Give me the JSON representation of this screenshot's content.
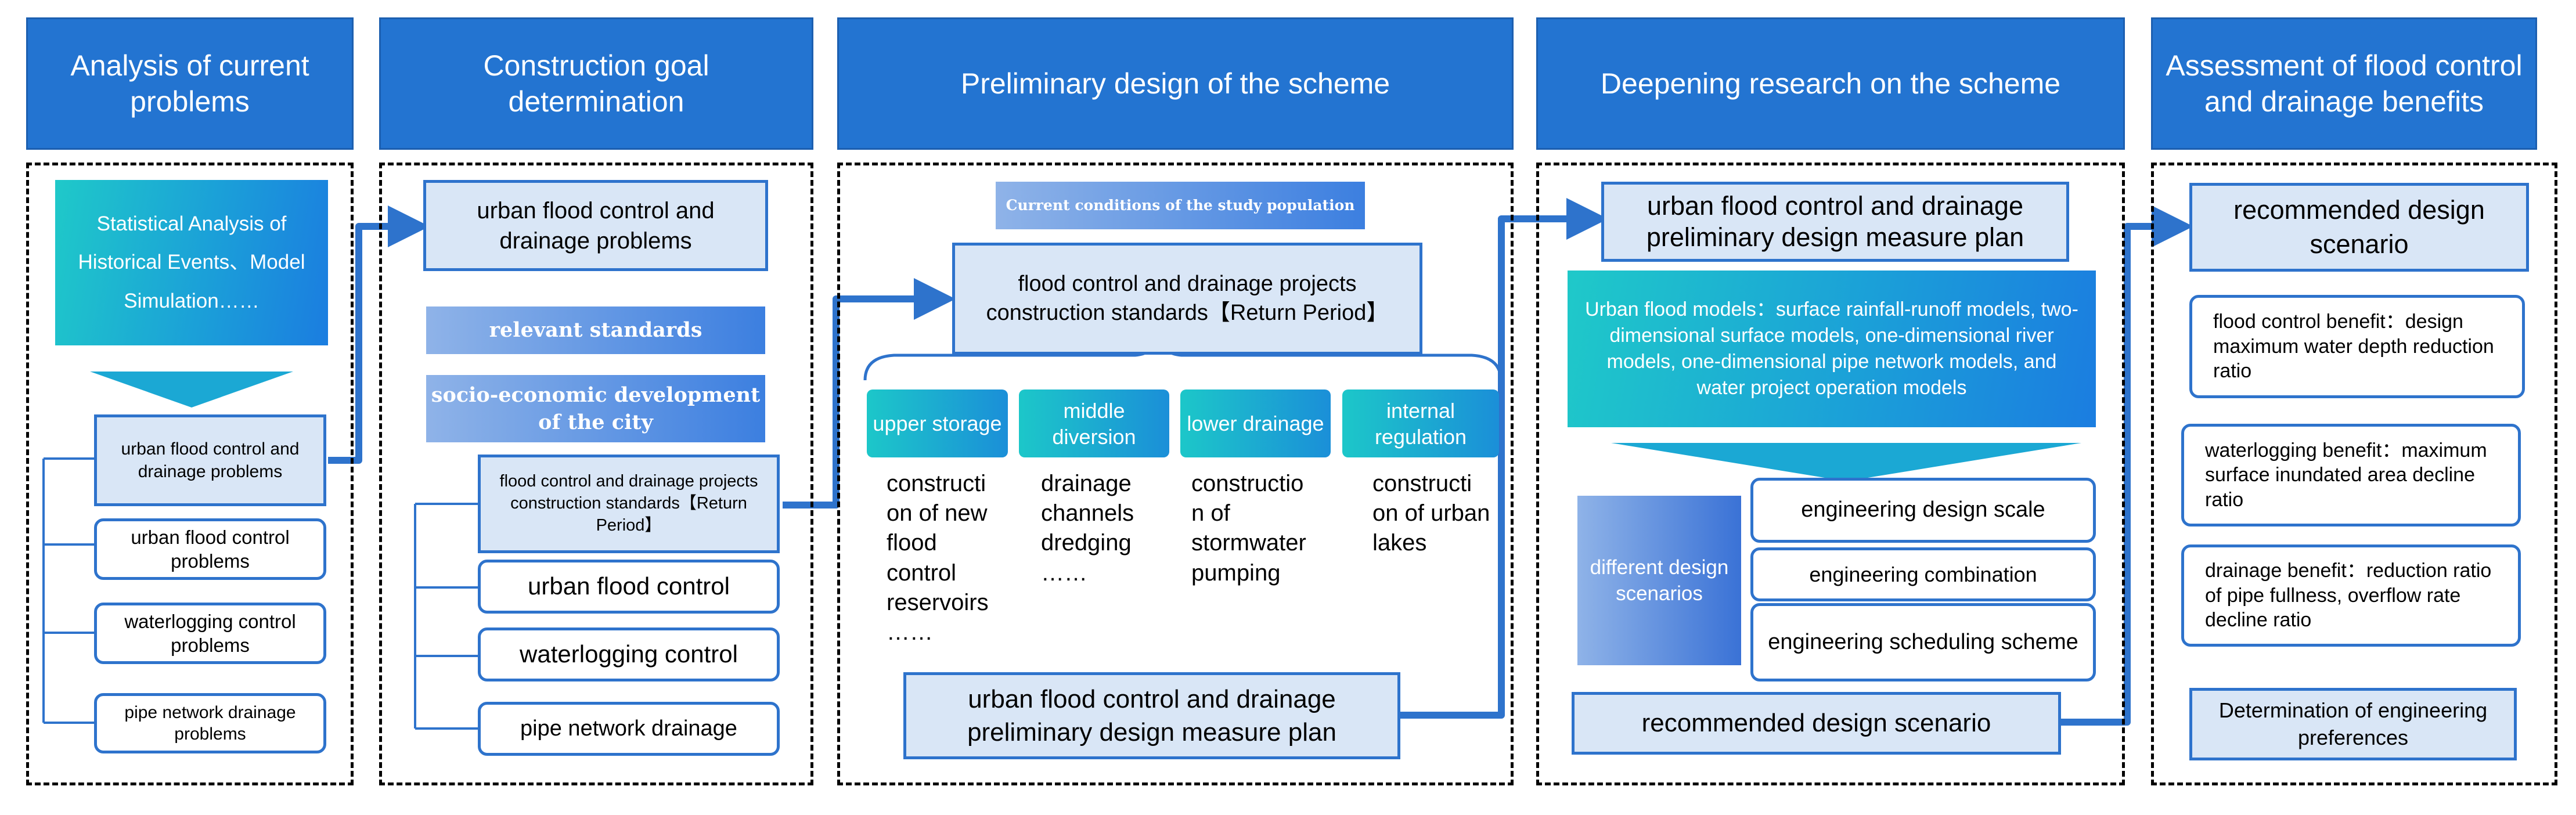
{
  "headers": {
    "analysis": "Analysis of current problems",
    "goal": "Construction goal determination",
    "preliminary": "Preliminary design of the scheme",
    "deepening": "Deepening research on the scheme",
    "assessment": "Assessment of flood control and drainage benefits"
  },
  "col1": {
    "gradient_box": "Statistical Analysis of Historical Events、Model Simulation……",
    "main": "urban flood control and drainage problems",
    "items": [
      "urban flood control problems",
      "waterlogging control problems",
      "pipe network drainage problems"
    ]
  },
  "col2": {
    "top": "urban flood control and drainage problems",
    "bar1": "relevant standards",
    "bar2": "socio-economic development of the city",
    "main": "flood control and drainage projects construction standards【Return Period】",
    "items": [
      "urban flood control",
      "waterlogging control",
      "pipe network drainage"
    ]
  },
  "col3": {
    "top_bar": "Current conditions of the study population",
    "standards": "flood control and drainage projects construction standards【Return Period】",
    "tabs": [
      {
        "label": "upper storage",
        "text": "constructi on of new flood control reservoirs ……"
      },
      {
        "label": "middle diversion",
        "text": "drainage channels dredging ……"
      },
      {
        "label": "lower drainage",
        "text": "constructio n of stormwater pumping"
      },
      {
        "label": "internal regulation",
        "text": "constructi on of urban lakes"
      }
    ],
    "bottom": "urban flood control and drainage preliminary design measure plan"
  },
  "col4": {
    "top": "urban flood control and drainage preliminary design measure plan",
    "models": "Urban flood models：surface rainfall-runoff models, two-dimensional surface models, one-dimensional river models, one-dimensional pipe network models, and water project operation models",
    "scenarios": "different design scenarios",
    "items": [
      "engineering design scale",
      "engineering combination",
      "engineering scheduling scheme"
    ],
    "bottom": "recommended design scenario"
  },
  "col5": {
    "top": "recommended design scenario",
    "benefits": [
      "flood control benefit：design maximum water depth reduction ratio",
      "waterlogging benefit：maximum surface inundated area decline ratio",
      "drainage benefit：reduction ratio of pipe fullness, overflow rate decline ratio"
    ],
    "bottom": "Determination of engineering preferences"
  },
  "colors": {
    "header": "#2374d1",
    "border": "#2e73cc",
    "light_fill": "#d9e6f6",
    "arrow": "#2e73cc"
  }
}
